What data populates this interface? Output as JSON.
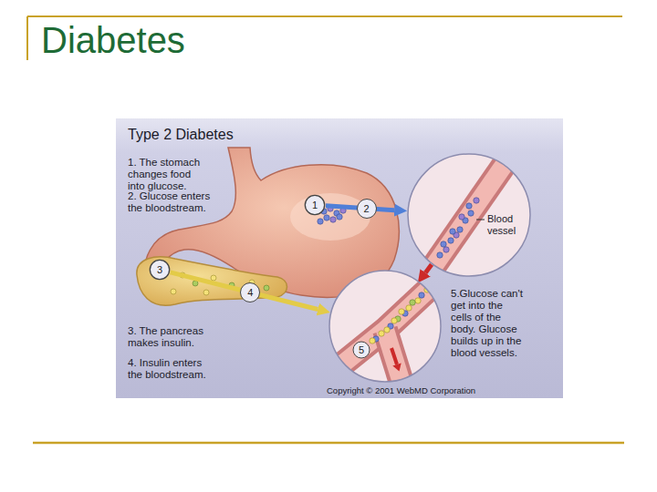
{
  "diagram": {
    "title": "Diabetes",
    "nodes": [
      {
        "text": [
          "Type 2 Diabetes",
          "1. The stomach changes food into glucose.",
          "2. Glucose enters the bloodstream.",
          "3. The pancreas makes insulin.",
          "4. Insulin enters the bloodstream.",
          "5.Glucose can't get into the cells of the body. Glucose builds up in the blood vessels.",
          "Copyright © 2001 WebMD Corporation"
        ]
      },
      {
        "text": [
          "1"
        ],
        "in": 0
      },
      {
        "text": [
          "Blood vessel"
        ],
        "in": 0
      },
      {
        "text": [
          "3"
        ],
        "in": 0
      },
      {
        "text": [
          "5"
        ],
        "in": 0
      }
    ],
    "edges": [
      {
        "from": 1,
        "to": 2,
        "arrow": "to",
        "label": "2"
      },
      {
        "from": 3,
        "to": 4,
        "arrow": "to",
        "label": "4"
      },
      {
        "from": 2,
        "to": 4,
        "arrow": "to"
      }
    ]
  }
}
